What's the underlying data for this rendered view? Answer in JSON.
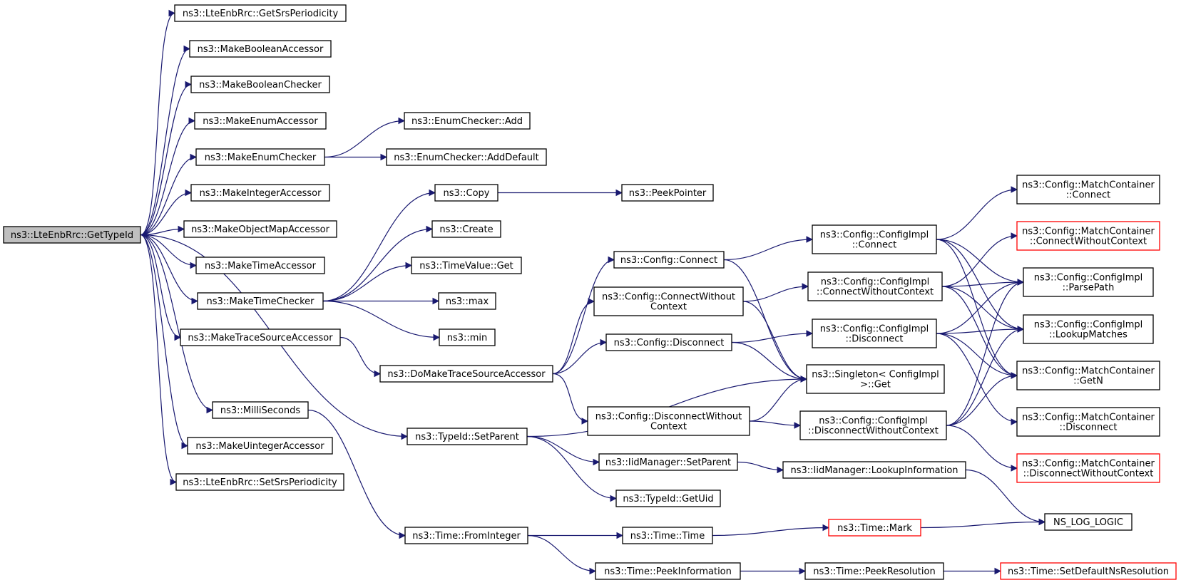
{
  "colors": {
    "edge": "#191970",
    "root_fill": "#bfbfbf",
    "truncated_border": "#ff0000"
  },
  "nodes": {
    "root": {
      "lines": [
        "ns3::LteEnbRrc::GetTypeId"
      ],
      "root": true
    },
    "getSrsPeriodicity": {
      "lines": [
        "ns3::LteEnbRrc::GetSrsPeriodicity"
      ]
    },
    "makeBooleanAccessor": {
      "lines": [
        "ns3::MakeBooleanAccessor"
      ]
    },
    "makeBooleanChecker": {
      "lines": [
        "ns3::MakeBooleanChecker"
      ]
    },
    "makeEnumAccessor": {
      "lines": [
        "ns3::MakeEnumAccessor"
      ]
    },
    "makeEnumChecker": {
      "lines": [
        "ns3::MakeEnumChecker"
      ]
    },
    "makeIntegerAccessor": {
      "lines": [
        "ns3::MakeIntegerAccessor"
      ]
    },
    "makeObjectMapAccessor": {
      "lines": [
        "ns3::MakeObjectMapAccessor"
      ]
    },
    "makeTimeAccessor": {
      "lines": [
        "ns3::MakeTimeAccessor"
      ]
    },
    "makeTimeChecker": {
      "lines": [
        "ns3::MakeTimeChecker"
      ]
    },
    "makeTraceSourceAccessor": {
      "lines": [
        "ns3::MakeTraceSourceAccessor"
      ]
    },
    "milliSeconds": {
      "lines": [
        "ns3::MilliSeconds"
      ]
    },
    "makeUintegerAccessor": {
      "lines": [
        "ns3::MakeUintegerAccessor"
      ]
    },
    "setSrsPeriodicity": {
      "lines": [
        "ns3::LteEnbRrc::SetSrsPeriodicity"
      ]
    },
    "enumCheckerAdd": {
      "lines": [
        "ns3::EnumChecker::Add"
      ]
    },
    "enumCheckerAddDefault": {
      "lines": [
        "ns3::EnumChecker::AddDefault"
      ]
    },
    "copy": {
      "lines": [
        "ns3::Copy"
      ]
    },
    "create": {
      "lines": [
        "ns3::Create"
      ]
    },
    "timeValueGet": {
      "lines": [
        "ns3::TimeValue::Get"
      ]
    },
    "max": {
      "lines": [
        "ns3::max"
      ]
    },
    "min": {
      "lines": [
        "ns3::min"
      ]
    },
    "doMakeTraceSourceAccessor": {
      "lines": [
        "ns3::DoMakeTraceSourceAccessor"
      ]
    },
    "typeIdSetParent": {
      "lines": [
        "ns3::TypeId::SetParent"
      ]
    },
    "timeFromInteger": {
      "lines": [
        "ns3::Time::FromInteger"
      ]
    },
    "peekPointer": {
      "lines": [
        "ns3::PeekPointer"
      ]
    },
    "configConnect": {
      "lines": [
        "ns3::Config::Connect"
      ]
    },
    "configConnectWithoutContext": {
      "lines": [
        "ns3::Config::ConnectWithout",
        "Context"
      ]
    },
    "configDisconnect": {
      "lines": [
        "ns3::Config::Disconnect"
      ]
    },
    "configDisconnectWithoutContext": {
      "lines": [
        "ns3::Config::DisconnectWithout",
        "Context"
      ]
    },
    "iidManagerSetParent": {
      "lines": [
        "ns3::IidManager::SetParent"
      ]
    },
    "typeIdGetUid": {
      "lines": [
        "ns3::TypeId::GetUid"
      ]
    },
    "timeTime": {
      "lines": [
        "ns3::Time::Time"
      ]
    },
    "timePeekInformation": {
      "lines": [
        "ns3::Time::PeekInformation"
      ]
    },
    "implConnect": {
      "lines": [
        "ns3::Config::ConfigImpl",
        "::Connect"
      ]
    },
    "implConnectWithoutContext": {
      "lines": [
        "ns3::Config::ConfigImpl",
        "::ConnectWithoutContext"
      ]
    },
    "implDisconnect": {
      "lines": [
        "ns3::Config::ConfigImpl",
        "::Disconnect"
      ]
    },
    "singletonGet": {
      "lines": [
        "ns3::Singleton< ConfigImpl",
        " >::Get"
      ]
    },
    "implDisconnectWithoutContext": {
      "lines": [
        "ns3::Config::ConfigImpl",
        "::DisconnectWithoutContext"
      ]
    },
    "iidManagerLookupInformation": {
      "lines": [
        "ns3::IidManager::LookupInformation"
      ]
    },
    "timeMark": {
      "lines": [
        "ns3::Time::Mark"
      ],
      "truncated": true
    },
    "timePeekResolution": {
      "lines": [
        "ns3::Time::PeekResolution"
      ]
    },
    "mcConnect": {
      "lines": [
        "ns3::Config::MatchContainer",
        "::Connect"
      ]
    },
    "mcConnectWithoutContext": {
      "lines": [
        "ns3::Config::MatchContainer",
        "::ConnectWithoutContext"
      ],
      "truncated": true
    },
    "implParsePath": {
      "lines": [
        "ns3::Config::ConfigImpl",
        "::ParsePath"
      ]
    },
    "implLookupMatches": {
      "lines": [
        "ns3::Config::ConfigImpl",
        "::LookupMatches"
      ]
    },
    "mcGetN": {
      "lines": [
        "ns3::Config::MatchContainer",
        "::GetN"
      ]
    },
    "mcDisconnect": {
      "lines": [
        "ns3::Config::MatchContainer",
        "::Disconnect"
      ]
    },
    "mcDisconnectWithoutContext": {
      "lines": [
        "ns3::Config::MatchContainer",
        "::DisconnectWithoutContext"
      ],
      "truncated": true
    },
    "nsLogLogic": {
      "lines": [
        "NS_LOG_LOGIC"
      ]
    },
    "setDefaultNsResolution": {
      "lines": [
        "ns3::Time::SetDefaultNsResolution"
      ],
      "truncated": true
    }
  },
  "edges": [
    [
      "root",
      "getSrsPeriodicity"
    ],
    [
      "root",
      "makeBooleanAccessor"
    ],
    [
      "root",
      "makeBooleanChecker"
    ],
    [
      "root",
      "makeEnumAccessor"
    ],
    [
      "root",
      "makeEnumChecker"
    ],
    [
      "root",
      "makeIntegerAccessor"
    ],
    [
      "root",
      "makeObjectMapAccessor"
    ],
    [
      "root",
      "makeTimeAccessor"
    ],
    [
      "root",
      "makeTimeChecker"
    ],
    [
      "root",
      "makeTraceSourceAccessor"
    ],
    [
      "root",
      "milliSeconds"
    ],
    [
      "root",
      "makeUintegerAccessor"
    ],
    [
      "root",
      "setSrsPeriodicity"
    ],
    [
      "root",
      "typeIdSetParent"
    ],
    [
      "makeEnumChecker",
      "enumCheckerAdd"
    ],
    [
      "makeEnumChecker",
      "enumCheckerAddDefault"
    ],
    [
      "makeTimeChecker",
      "copy"
    ],
    [
      "makeTimeChecker",
      "create"
    ],
    [
      "makeTimeChecker",
      "timeValueGet"
    ],
    [
      "makeTimeChecker",
      "max"
    ],
    [
      "makeTimeChecker",
      "min"
    ],
    [
      "makeTraceSourceAccessor",
      "doMakeTraceSourceAccessor"
    ],
    [
      "milliSeconds",
      "timeFromInteger"
    ],
    [
      "copy",
      "peekPointer"
    ],
    [
      "doMakeTraceSourceAccessor",
      "configConnect"
    ],
    [
      "doMakeTraceSourceAccessor",
      "configConnectWithoutContext"
    ],
    [
      "doMakeTraceSourceAccessor",
      "configDisconnect"
    ],
    [
      "doMakeTraceSourceAccessor",
      "configDisconnectWithoutContext"
    ],
    [
      "typeIdSetParent",
      "singletonGet"
    ],
    [
      "typeIdSetParent",
      "iidManagerSetParent"
    ],
    [
      "typeIdSetParent",
      "typeIdGetUid"
    ],
    [
      "timeFromInteger",
      "timeTime"
    ],
    [
      "timeFromInteger",
      "timePeekInformation"
    ],
    [
      "configConnect",
      "implConnect"
    ],
    [
      "configConnect",
      "singletonGet"
    ],
    [
      "configConnectWithoutContext",
      "implConnectWithoutContext"
    ],
    [
      "configConnectWithoutContext",
      "singletonGet"
    ],
    [
      "configDisconnect",
      "implDisconnect"
    ],
    [
      "configDisconnect",
      "singletonGet"
    ],
    [
      "configDisconnectWithoutContext",
      "implDisconnectWithoutContext"
    ],
    [
      "configDisconnectWithoutContext",
      "singletonGet"
    ],
    [
      "iidManagerSetParent",
      "iidManagerLookupInformation"
    ],
    [
      "timeTime",
      "timeMark"
    ],
    [
      "timePeekInformation",
      "timePeekResolution"
    ],
    [
      "implConnect",
      "mcConnect"
    ],
    [
      "implConnect",
      "implParsePath"
    ],
    [
      "implConnect",
      "implLookupMatches"
    ],
    [
      "implConnect",
      "mcGetN"
    ],
    [
      "implConnectWithoutContext",
      "mcConnectWithoutContext"
    ],
    [
      "implConnectWithoutContext",
      "implParsePath"
    ],
    [
      "implConnectWithoutContext",
      "implLookupMatches"
    ],
    [
      "implConnectWithoutContext",
      "mcGetN"
    ],
    [
      "implDisconnect",
      "implParsePath"
    ],
    [
      "implDisconnect",
      "implLookupMatches"
    ],
    [
      "implDisconnect",
      "mcGetN"
    ],
    [
      "implDisconnect",
      "mcDisconnect"
    ],
    [
      "implDisconnectWithoutContext",
      "implParsePath"
    ],
    [
      "implDisconnectWithoutContext",
      "implLookupMatches"
    ],
    [
      "implDisconnectWithoutContext",
      "mcGetN"
    ],
    [
      "implDisconnectWithoutContext",
      "mcDisconnectWithoutContext"
    ],
    [
      "iidManagerLookupInformation",
      "nsLogLogic"
    ],
    [
      "timeMark",
      "nsLogLogic"
    ],
    [
      "timePeekResolution",
      "setDefaultNsResolution"
    ]
  ]
}
